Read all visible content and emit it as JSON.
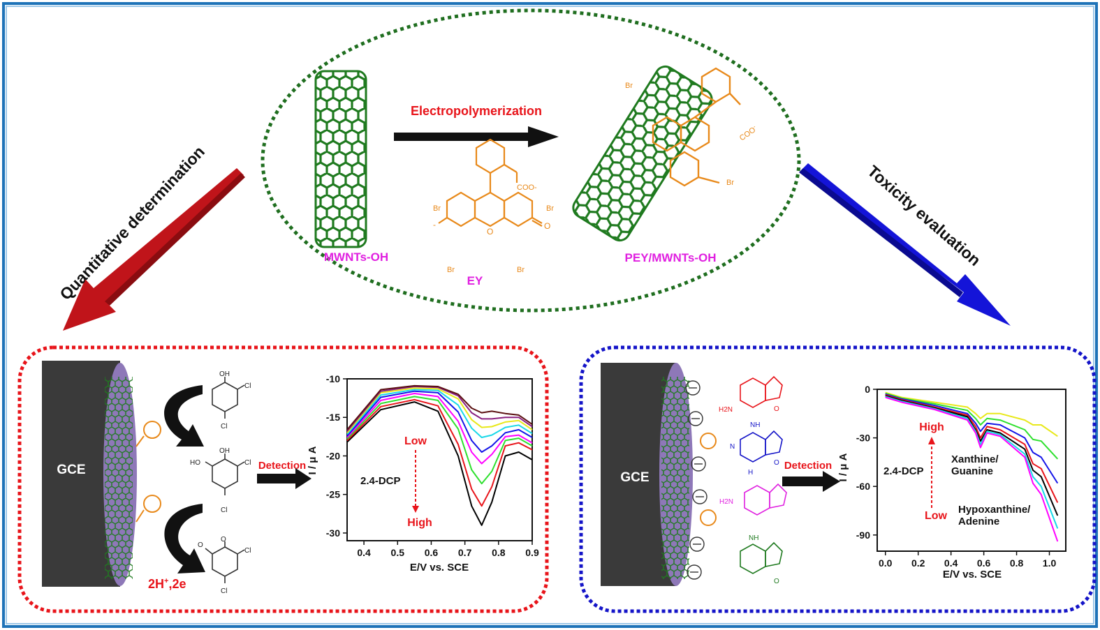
{
  "colors": {
    "frame": "#1e73b8",
    "nanotube": "#1f7a1f",
    "oval_border": "#1f6e1f",
    "dye": "#e8891a",
    "magenta": "#e020e0",
    "red_arrow": "#c0141a",
    "blue_arrow": "#1414d8",
    "red_box": "#e8141a",
    "blue_box": "#1414c8",
    "electrode": "#3a3a3a",
    "film": "#8e78b8"
  },
  "top": {
    "process_label": "Electropolymerization",
    "mwnts_label": "MWNTs-OH",
    "ey_label": "EY",
    "pey_label": "PEY/MWNTs-OH",
    "coo_label": "COO-",
    "coo_label_pey": "COO",
    "coo_sup": "-",
    "br": "Br",
    "o": "O",
    "o_minus": "-"
  },
  "left_arrow_label": "Quantitative determination",
  "right_arrow_label": "Toxicity evaluation",
  "left_panel": {
    "electrode_label": "GCE",
    "detection_label": "Detection",
    "electron_label": "2H",
    "electron_sup": "+",
    "electron_tail": ",2e",
    "oh": "OH",
    "ho": "HO",
    "cl": "Cl",
    "o": "O"
  },
  "right_panel": {
    "electrode_label": "GCE",
    "detection_label": "Detection",
    "h2n": "H2N",
    "nh": "NH",
    "n": "N",
    "h": "H",
    "o": "O"
  },
  "charts": [
    {
      "type": "line",
      "xlabel": "E/V vs. SCE",
      "ylabel": "I / μ A",
      "x_ticks": [
        "0.4",
        "0.5",
        "0.6",
        "0.7",
        "0.8",
        "0.9"
      ],
      "y_ticks": [
        "-10",
        "-15",
        "-20",
        "-25",
        "-30"
      ],
      "xlim": [
        0.35,
        0.9
      ],
      "ylim": [
        -31,
        -10
      ],
      "annotations": {
        "analyte": "2.4-DCP",
        "top": "Low",
        "bottom": "High"
      },
      "series": [
        {
          "color": "#000000",
          "x": [
            0.35,
            0.45,
            0.55,
            0.62,
            0.68,
            0.72,
            0.75,
            0.78,
            0.82,
            0.86,
            0.9
          ],
          "y": [
            -18.2,
            -14,
            -13,
            -14.2,
            -20,
            -26.5,
            -29,
            -26,
            -20,
            -19.5,
            -20.5
          ]
        },
        {
          "color": "#e8141a",
          "x": [
            0.35,
            0.45,
            0.55,
            0.62,
            0.68,
            0.72,
            0.75,
            0.78,
            0.82,
            0.86,
            0.9
          ],
          "y": [
            -18,
            -13.6,
            -12.7,
            -13.5,
            -18.5,
            -24.3,
            -26.5,
            -24,
            -18.7,
            -18.3,
            -19.2
          ]
        },
        {
          "color": "#2ee02e",
          "x": [
            0.35,
            0.45,
            0.55,
            0.62,
            0.68,
            0.72,
            0.75,
            0.78,
            0.82,
            0.86,
            0.9
          ],
          "y": [
            -17.8,
            -13.2,
            -12.3,
            -12.8,
            -16.5,
            -21.8,
            -23.6,
            -22,
            -18,
            -17.7,
            -18.7
          ]
        },
        {
          "color": "#ff00ff",
          "x": [
            0.35,
            0.45,
            0.55,
            0.62,
            0.68,
            0.72,
            0.75,
            0.78,
            0.82,
            0.86,
            0.9
          ],
          "y": [
            -17.6,
            -12.8,
            -11.9,
            -12.3,
            -15.5,
            -19.5,
            -21,
            -19.8,
            -17.5,
            -17.3,
            -18.3
          ]
        },
        {
          "color": "#1414e8",
          "x": [
            0.35,
            0.45,
            0.55,
            0.62,
            0.68,
            0.72,
            0.75,
            0.78,
            0.82,
            0.86,
            0.9
          ],
          "y": [
            -17.4,
            -12.4,
            -11.6,
            -11.8,
            -14.3,
            -18,
            -19.5,
            -18.7,
            -17,
            -16.6,
            -17.6
          ]
        },
        {
          "color": "#18d8e8",
          "x": [
            0.35,
            0.45,
            0.55,
            0.62,
            0.68,
            0.72,
            0.75,
            0.78,
            0.82,
            0.86,
            0.9
          ],
          "y": [
            -17.2,
            -12.1,
            -11.4,
            -11.5,
            -13.4,
            -16.4,
            -17.6,
            -17.3,
            -16.3,
            -16,
            -17.1
          ]
        },
        {
          "color": "#e8e81a",
          "x": [
            0.35,
            0.45,
            0.55,
            0.62,
            0.68,
            0.72,
            0.75,
            0.78,
            0.82,
            0.86,
            0.9
          ],
          "y": [
            -17,
            -11.8,
            -11.2,
            -11.3,
            -12.6,
            -15.3,
            -16.3,
            -16.2,
            -15.6,
            -15.4,
            -16.6
          ]
        },
        {
          "color": "#8a2080",
          "x": [
            0.35,
            0.45,
            0.55,
            0.62,
            0.68,
            0.72,
            0.75,
            0.78,
            0.82,
            0.86,
            0.9
          ],
          "y": [
            -16.8,
            -11.6,
            -11,
            -11.1,
            -12.2,
            -14.4,
            -15.2,
            -15.2,
            -15,
            -15,
            -16.2
          ]
        },
        {
          "color": "#5a1010",
          "x": [
            0.35,
            0.45,
            0.55,
            0.62,
            0.68,
            0.72,
            0.75,
            0.78,
            0.82,
            0.86,
            0.9
          ],
          "y": [
            -16.6,
            -11.4,
            -10.9,
            -11,
            -12,
            -13.8,
            -14.4,
            -14.2,
            -14.5,
            -14.7,
            -15.9
          ]
        }
      ]
    },
    {
      "type": "line",
      "xlabel": "E/V vs. SCE",
      "ylabel": "I / μ A",
      "x_ticks": [
        "0.0",
        "0.2",
        "0.4",
        "0.6",
        "0.8",
        "1.0"
      ],
      "y_ticks": [
        "0",
        "-30",
        "-60",
        "-90"
      ],
      "xlim": [
        -0.05,
        1.1
      ],
      "ylim": [
        -100,
        0
      ],
      "annotations": {
        "analyte": "2.4-DCP",
        "top": "High",
        "bottom": "Low",
        "peak1": [
          "Xanthine/",
          "Guanine"
        ],
        "peak2": [
          "Hypoxanthine/",
          "Adenine"
        ]
      },
      "series": [
        {
          "color": "#e8e81a",
          "x": [
            0,
            0.1,
            0.3,
            0.5,
            0.55,
            0.58,
            0.62,
            0.7,
            0.85,
            0.9,
            0.95,
            1.05
          ],
          "y": [
            -2,
            -5,
            -8,
            -11,
            -15,
            -18,
            -15,
            -15,
            -19,
            -22,
            -22,
            -29
          ]
        },
        {
          "color": "#2ee02e",
          "x": [
            0,
            0.1,
            0.3,
            0.5,
            0.55,
            0.58,
            0.62,
            0.7,
            0.85,
            0.9,
            0.95,
            1.05
          ],
          "y": [
            -2.5,
            -5.5,
            -9,
            -13,
            -18,
            -22,
            -18,
            -19,
            -25,
            -31,
            -32,
            -43
          ]
        },
        {
          "color": "#1414e8",
          "x": [
            0,
            0.1,
            0.3,
            0.5,
            0.55,
            0.58,
            0.62,
            0.7,
            0.85,
            0.9,
            0.95,
            1.05
          ],
          "y": [
            -3,
            -6,
            -10,
            -15,
            -21,
            -26,
            -21,
            -22,
            -30,
            -39,
            -42,
            -58
          ]
        },
        {
          "color": "#e8141a",
          "x": [
            0,
            0.1,
            0.3,
            0.5,
            0.55,
            0.58,
            0.62,
            0.7,
            0.85,
            0.9,
            0.95,
            1.05
          ],
          "y": [
            -3.5,
            -6.5,
            -11,
            -16,
            -23,
            -30,
            -23,
            -25,
            -34,
            -46,
            -49,
            -70
          ]
        },
        {
          "color": "#000000",
          "x": [
            0,
            0.1,
            0.3,
            0.5,
            0.55,
            0.58,
            0.62,
            0.7,
            0.85,
            0.9,
            0.95,
            1.05
          ],
          "y": [
            -4,
            -7,
            -11.5,
            -17,
            -25,
            -32,
            -25,
            -27,
            -37,
            -50,
            -54,
            -78
          ]
        },
        {
          "color": "#18d8e8",
          "x": [
            0,
            0.1,
            0.3,
            0.5,
            0.55,
            0.58,
            0.62,
            0.7,
            0.85,
            0.9,
            0.95,
            1.05
          ],
          "y": [
            -4.5,
            -7.5,
            -12,
            -18,
            -26,
            -34,
            -26,
            -28,
            -40,
            -54,
            -60,
            -86
          ]
        },
        {
          "color": "#ff00ff",
          "x": [
            0,
            0.1,
            0.3,
            0.5,
            0.55,
            0.58,
            0.62,
            0.7,
            0.85,
            0.9,
            0.95,
            1.05
          ],
          "y": [
            -5,
            -8,
            -12.5,
            -19,
            -27,
            -36,
            -27,
            -29,
            -42,
            -58,
            -65,
            -94
          ]
        }
      ]
    }
  ]
}
